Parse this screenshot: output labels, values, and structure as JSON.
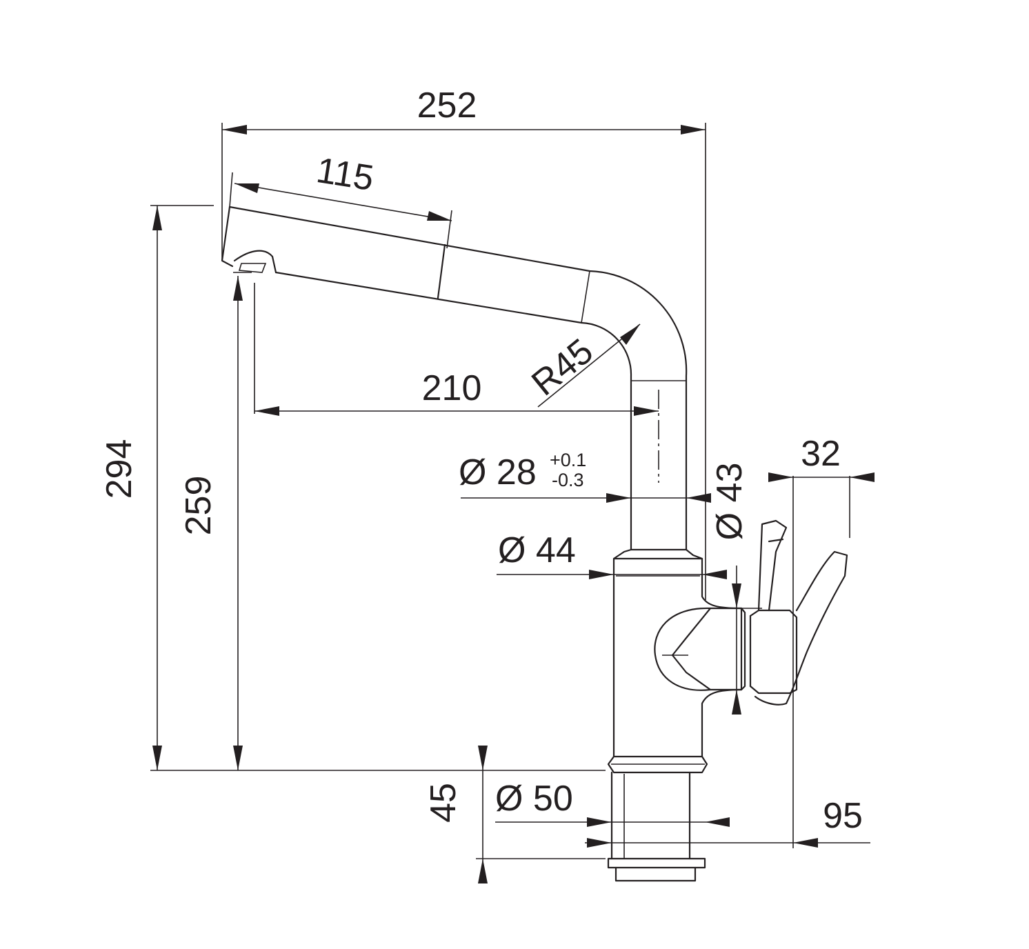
{
  "dimensions": {
    "overall_length": "252",
    "pullout_length": "115",
    "spout_reach": "210",
    "bend_radius": "R45",
    "total_height": "294",
    "outlet_height": "259",
    "tube_diameter": "Ø 28",
    "tube_tol_upper": "+0.1",
    "tube_tol_lower": "-0.3",
    "body_diameter": "Ø 44",
    "lever_hub_diameter": "Ø 43",
    "lever_width": "32",
    "base_diameter": "Ø 50",
    "shank_height": "45",
    "lever_reach": "95"
  }
}
